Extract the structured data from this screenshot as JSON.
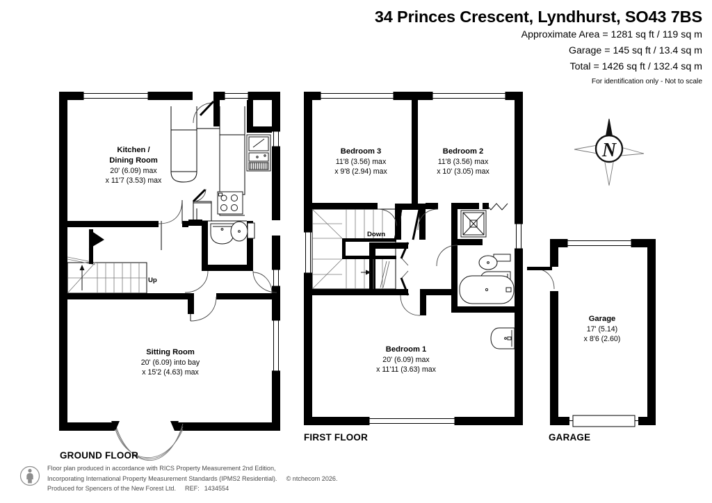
{
  "header": {
    "title": "34 Princes Crescent, Lyndhurst, SO43 7BS",
    "approx_area": "Approximate Area = 1281 sq ft / 119 sq m",
    "garage_area": "Garage = 145 sq ft / 13.4 sq m",
    "total_area": "Total = 1426 sq ft / 132.4 sq m",
    "disclaimer": "For identification only - Not to scale"
  },
  "floors": {
    "ground": "GROUND FLOOR",
    "first": "FIRST FLOOR",
    "garage": "GARAGE"
  },
  "rooms": {
    "kitchen": {
      "name_line1": "Kitchen /",
      "name_line2": "Dining Room",
      "dim1": "20' (6.09) max",
      "dim2": "x 11'7 (3.53) max"
    },
    "sitting": {
      "name": "Sitting Room",
      "dim1": "20' (6.09) into bay",
      "dim2": "x 15'2 (4.63) max"
    },
    "bedroom3": {
      "name": "Bedroom 3",
      "dim1": "11'8 (3.56) max",
      "dim2": "x 9'8 (2.94) max"
    },
    "bedroom2": {
      "name": "Bedroom 2",
      "dim1": "11'8 (3.56) max",
      "dim2": "x 10' (3.05) max"
    },
    "bedroom1": {
      "name": "Bedroom 1",
      "dim1": "20' (6.09) max",
      "dim2": "x 11'11 (3.63) max"
    },
    "garage": {
      "name": "Garage",
      "dim1": "17' (5.14)",
      "dim2": "x 8'6 (2.60)"
    }
  },
  "stairs": {
    "up_label": "Up",
    "down_label": "Down"
  },
  "compass": {
    "north_label": "N"
  },
  "footer": {
    "line1": "Floor plan produced in accordance with RICS Property Measurement 2nd Edition,",
    "line2a": "Incorporating International Property Measurement Standards (IPMS2 Residential).",
    "line2b": "© ntchecom 2026.",
    "line3a": "Produced for Spencers of the New Forest Ltd.",
    "line3b": "REF:",
    "line3c": "1434554"
  },
  "colors": {
    "wall": "#000000",
    "text": "#000000",
    "fixture_stroke": "#1a1a1a",
    "light_line": "#8a8a8a",
    "footer_text": "#4a4a4a"
  }
}
